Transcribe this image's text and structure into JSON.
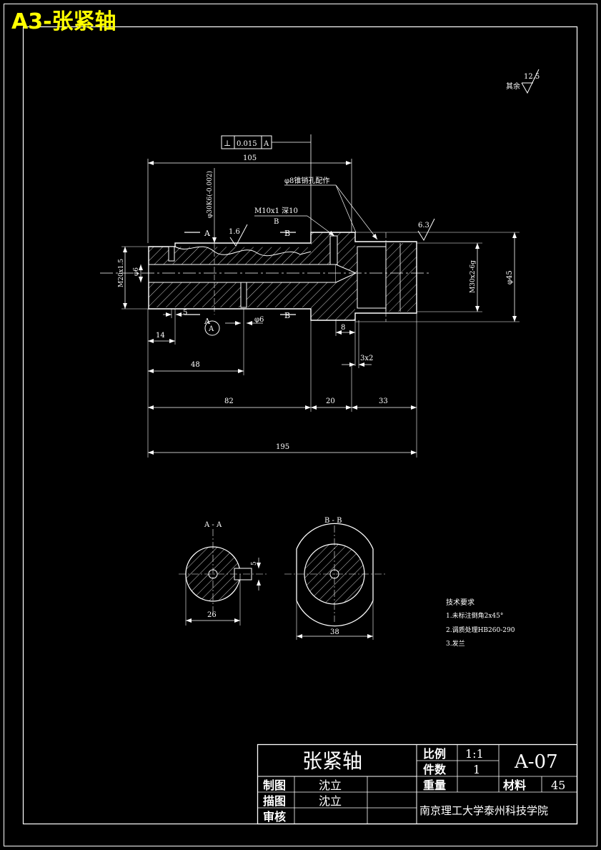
{
  "sheet": {
    "title": "A3-张紧轴"
  },
  "roughness": {
    "rest_value": "12.5",
    "rest_label": "其余",
    "face_1": "1.6",
    "face_2": "6.3"
  },
  "tolerance_frame": {
    "symbol": "⊥",
    "value": "0.015",
    "datum": "A"
  },
  "notes": {
    "pin_hole": "φ8锥销孔配作",
    "thread_hole": "M10x1  深10",
    "diameter_30": "φ30K6(-0.002)",
    "thread_main": "M30x2-6g",
    "thread_small": "M20x1.5"
  },
  "dimensions": {
    "d105": "105",
    "d45": "φ45",
    "d6a": "φ6",
    "d6b": "φ6",
    "d5": "5",
    "d14": "14",
    "d48": "48",
    "d8": "8",
    "chamfer": "3x2",
    "d82": "82",
    "d20": "20",
    "d33": "33",
    "d195": "195",
    "d26": "26",
    "d38": "38",
    "d5s": "5"
  },
  "section_marks": {
    "a": "A",
    "b": "B",
    "circle": "A",
    "view_aa": "A - A",
    "view_bb": "B - B"
  },
  "tech_requirements": {
    "heading": "技术要求",
    "items": [
      "1.未标注倒角2x45°",
      "2.调质处理HB260-290",
      "3.发兰"
    ]
  },
  "title_block": {
    "part_name": "张紧轴",
    "scale_label": "比例",
    "scale_value": "1:1",
    "quantity_label": "件数",
    "quantity_value": "1",
    "weight_label": "重量",
    "drawing_no": "A-07",
    "material_label": "材料",
    "material_value": "45",
    "drawn_label": "制图",
    "drawn_by": "沈立",
    "traced_label": "描图",
    "traced_by": "沈立",
    "checked_label": "审核",
    "school": "南京理工大学泰州科技学院"
  }
}
